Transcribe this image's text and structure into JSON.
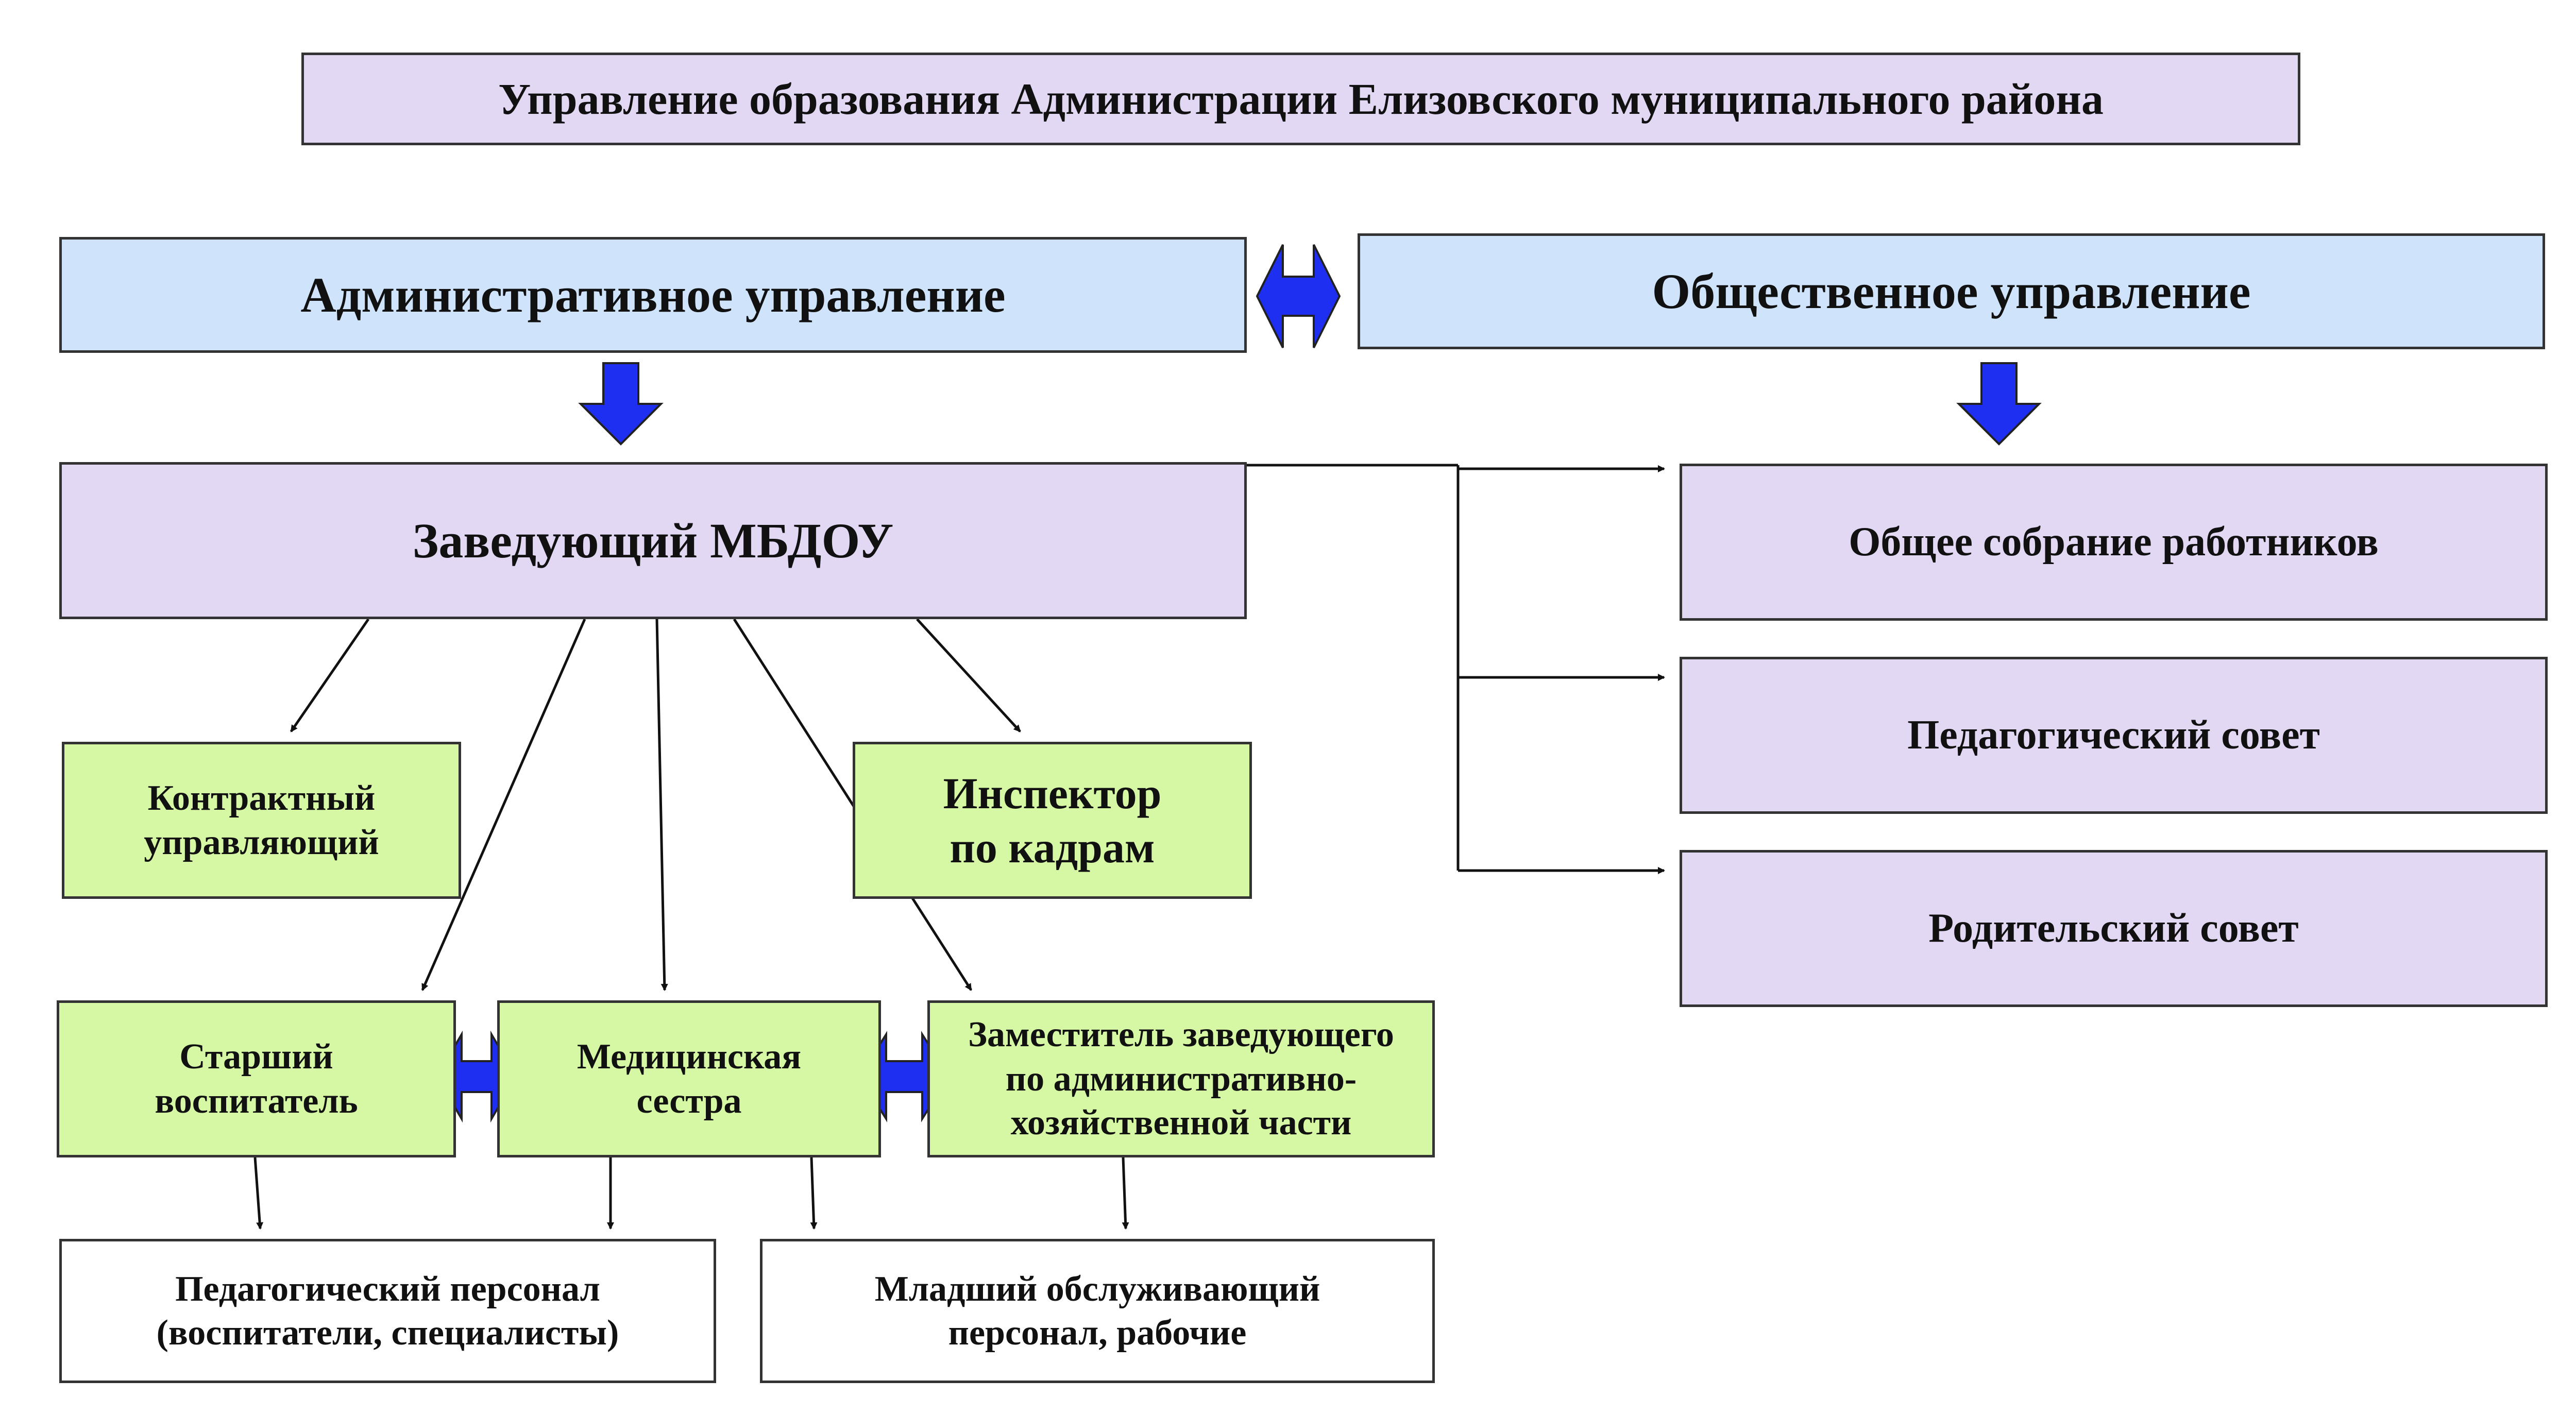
{
  "colors": {
    "lavender": "#e3d8f4",
    "light_blue": "#cfe3fb",
    "light_green": "#d6f7a4",
    "white": "#ffffff",
    "arrow_blue": "#1f2ff2",
    "line": "#111111"
  },
  "boxes": {
    "top": "Управление образования Администрации Елизовского муниципального района",
    "admin": "Административное управление",
    "public": "Общественное управление",
    "head": "Заведующий МБДОУ",
    "general_meeting": "Общее собрание работников",
    "ped_council": "Педагогический совет",
    "parent_council": "Родительский совет",
    "contract_manager": "Контрактный\nуправляющий",
    "hr_inspector": "Инспектор\nпо кадрам",
    "senior_educator": "Старший\nвоспитатель",
    "nurse": "Медицинская\nсестра",
    "deputy_ahch": "Заместитель заведующего\nпо административно-\nхозяйственной части",
    "ped_staff": "Педагогический персонал\n(воспитатели, специалисты)",
    "junior_staff": "Младший обслуживающий\nперсонал, рабочие"
  }
}
